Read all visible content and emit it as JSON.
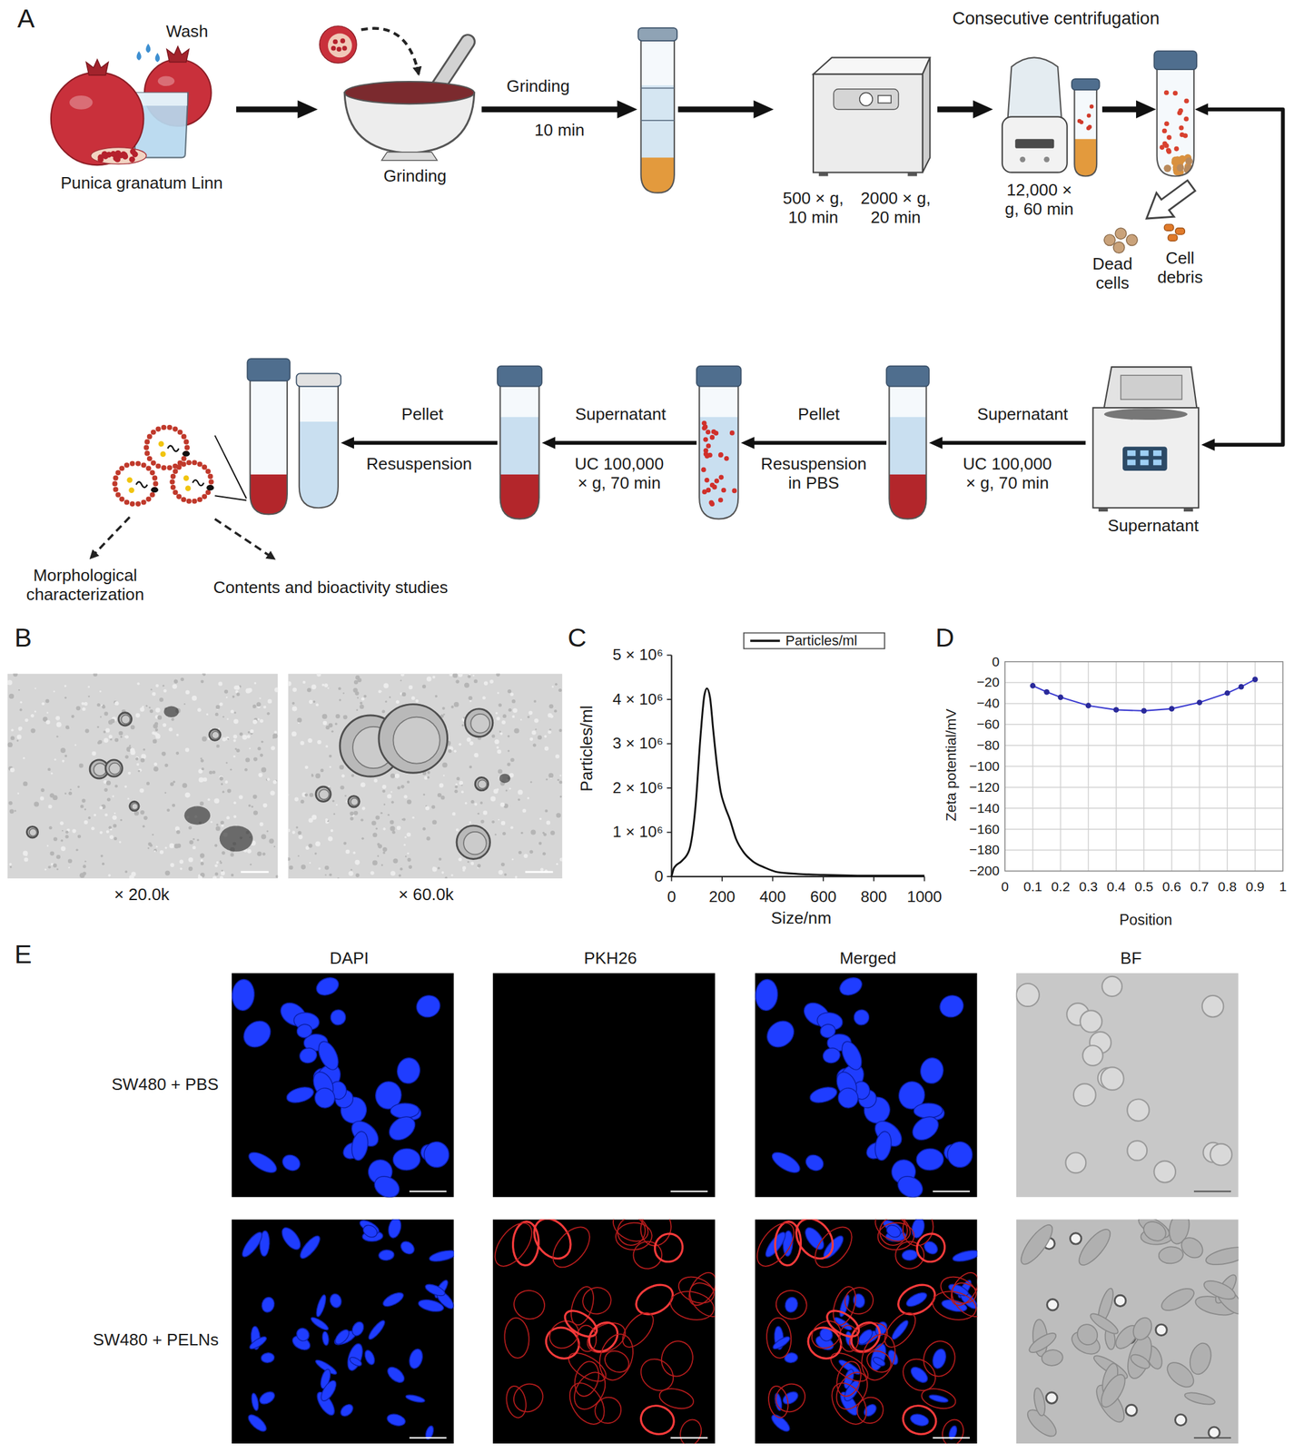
{
  "diagram": {
    "nodes": [
      {
        "text": [
          "Wash",
          "Punica granatum Linn"
        ]
      },
      {
        "text": [
          "Grinding"
        ]
      },
      {
        "text": []
      },
      {
        "text": [
          "500 × g, 10 min",
          "2000 × g, 20 min"
        ]
      },
      {
        "text": [
          "12,000 × g, 60 min"
        ]
      },
      {
        "text": []
      },
      {
        "text": [
          "Supernatant"
        ]
      },
      {
        "text": []
      },
      {
        "text": []
      },
      {
        "text": []
      },
      {
        "text": []
      },
      {
        "text": []
      }
    ],
    "edges": [
      {
        "from": 0,
        "to": 1,
        "arrow": "to"
      },
      {
        "from": 1,
        "to": 2,
        "label": "10 min",
        "arrow": "to"
      },
      {
        "from": 2,
        "to": 3,
        "arrow": "to"
      },
      {
        "from": 3,
        "to": 4,
        "arrow": "to"
      },
      {
        "from": 4,
        "to": 5,
        "arrow": "to"
      },
      {
        "from": 5,
        "to": 6,
        "arrow": "both"
      },
      {
        "from": 6,
        "to": 7,
        "label": "UC 100,000 × g, 70 min",
        "arrow": "to"
      },
      {
        "from": 7,
        "to": 8,
        "label": "Resuspension in PBS",
        "arrow": "to"
      },
      {
        "from": 8,
        "to": 9,
        "label": "UC 100,000 × g, 70 min",
        "arrow": "to"
      },
      {
        "from": 9,
        "to": 10,
        "label": "Resuspension",
        "arrow": "to"
      },
      {
        "from": 10,
        "to": 11,
        "arrow": "none"
      }
    ],
    "labels": [
      "A",
      "Consecutive centrifugation",
      "Grinding",
      "Dead cells",
      "Cell debris",
      "Supernatant",
      "Pellet",
      "Supernatant",
      "Pellet",
      "Morphological characterization",
      "Contents and bioactivity studies",
      "B",
      "× 20.0k",
      "× 60.0k",
      "C",
      "5 × 10⁶",
      "4 × 10⁶",
      "3 × 10⁶",
      "2 × 10⁶",
      "1 × 10⁶",
      "0",
      "0",
      "200",
      "400",
      "600",
      "800",
      "1000",
      "Particles/ml",
      "Size/nm",
      "D",
      "0",
      "−20",
      "−40",
      "−60",
      "−80",
      "−100",
      "−120",
      "−140",
      "−160",
      "−180",
      "−200",
      "0",
      "0.1",
      "0.2",
      "0.3",
      "0.4",
      "0.5",
      "0.6",
      "0.7",
      "0.8",
      "0.9",
      "1",
      "Zeta potential/mV",
      "Position",
      "E",
      "DAPI",
      "PKH26",
      "Merged",
      "BF",
      "SW480 + PBS",
      "SW480 + PELNs"
    ],
    "legend": [
      {
        "text": "Particles/ml"
      }
    ]
  }
}
